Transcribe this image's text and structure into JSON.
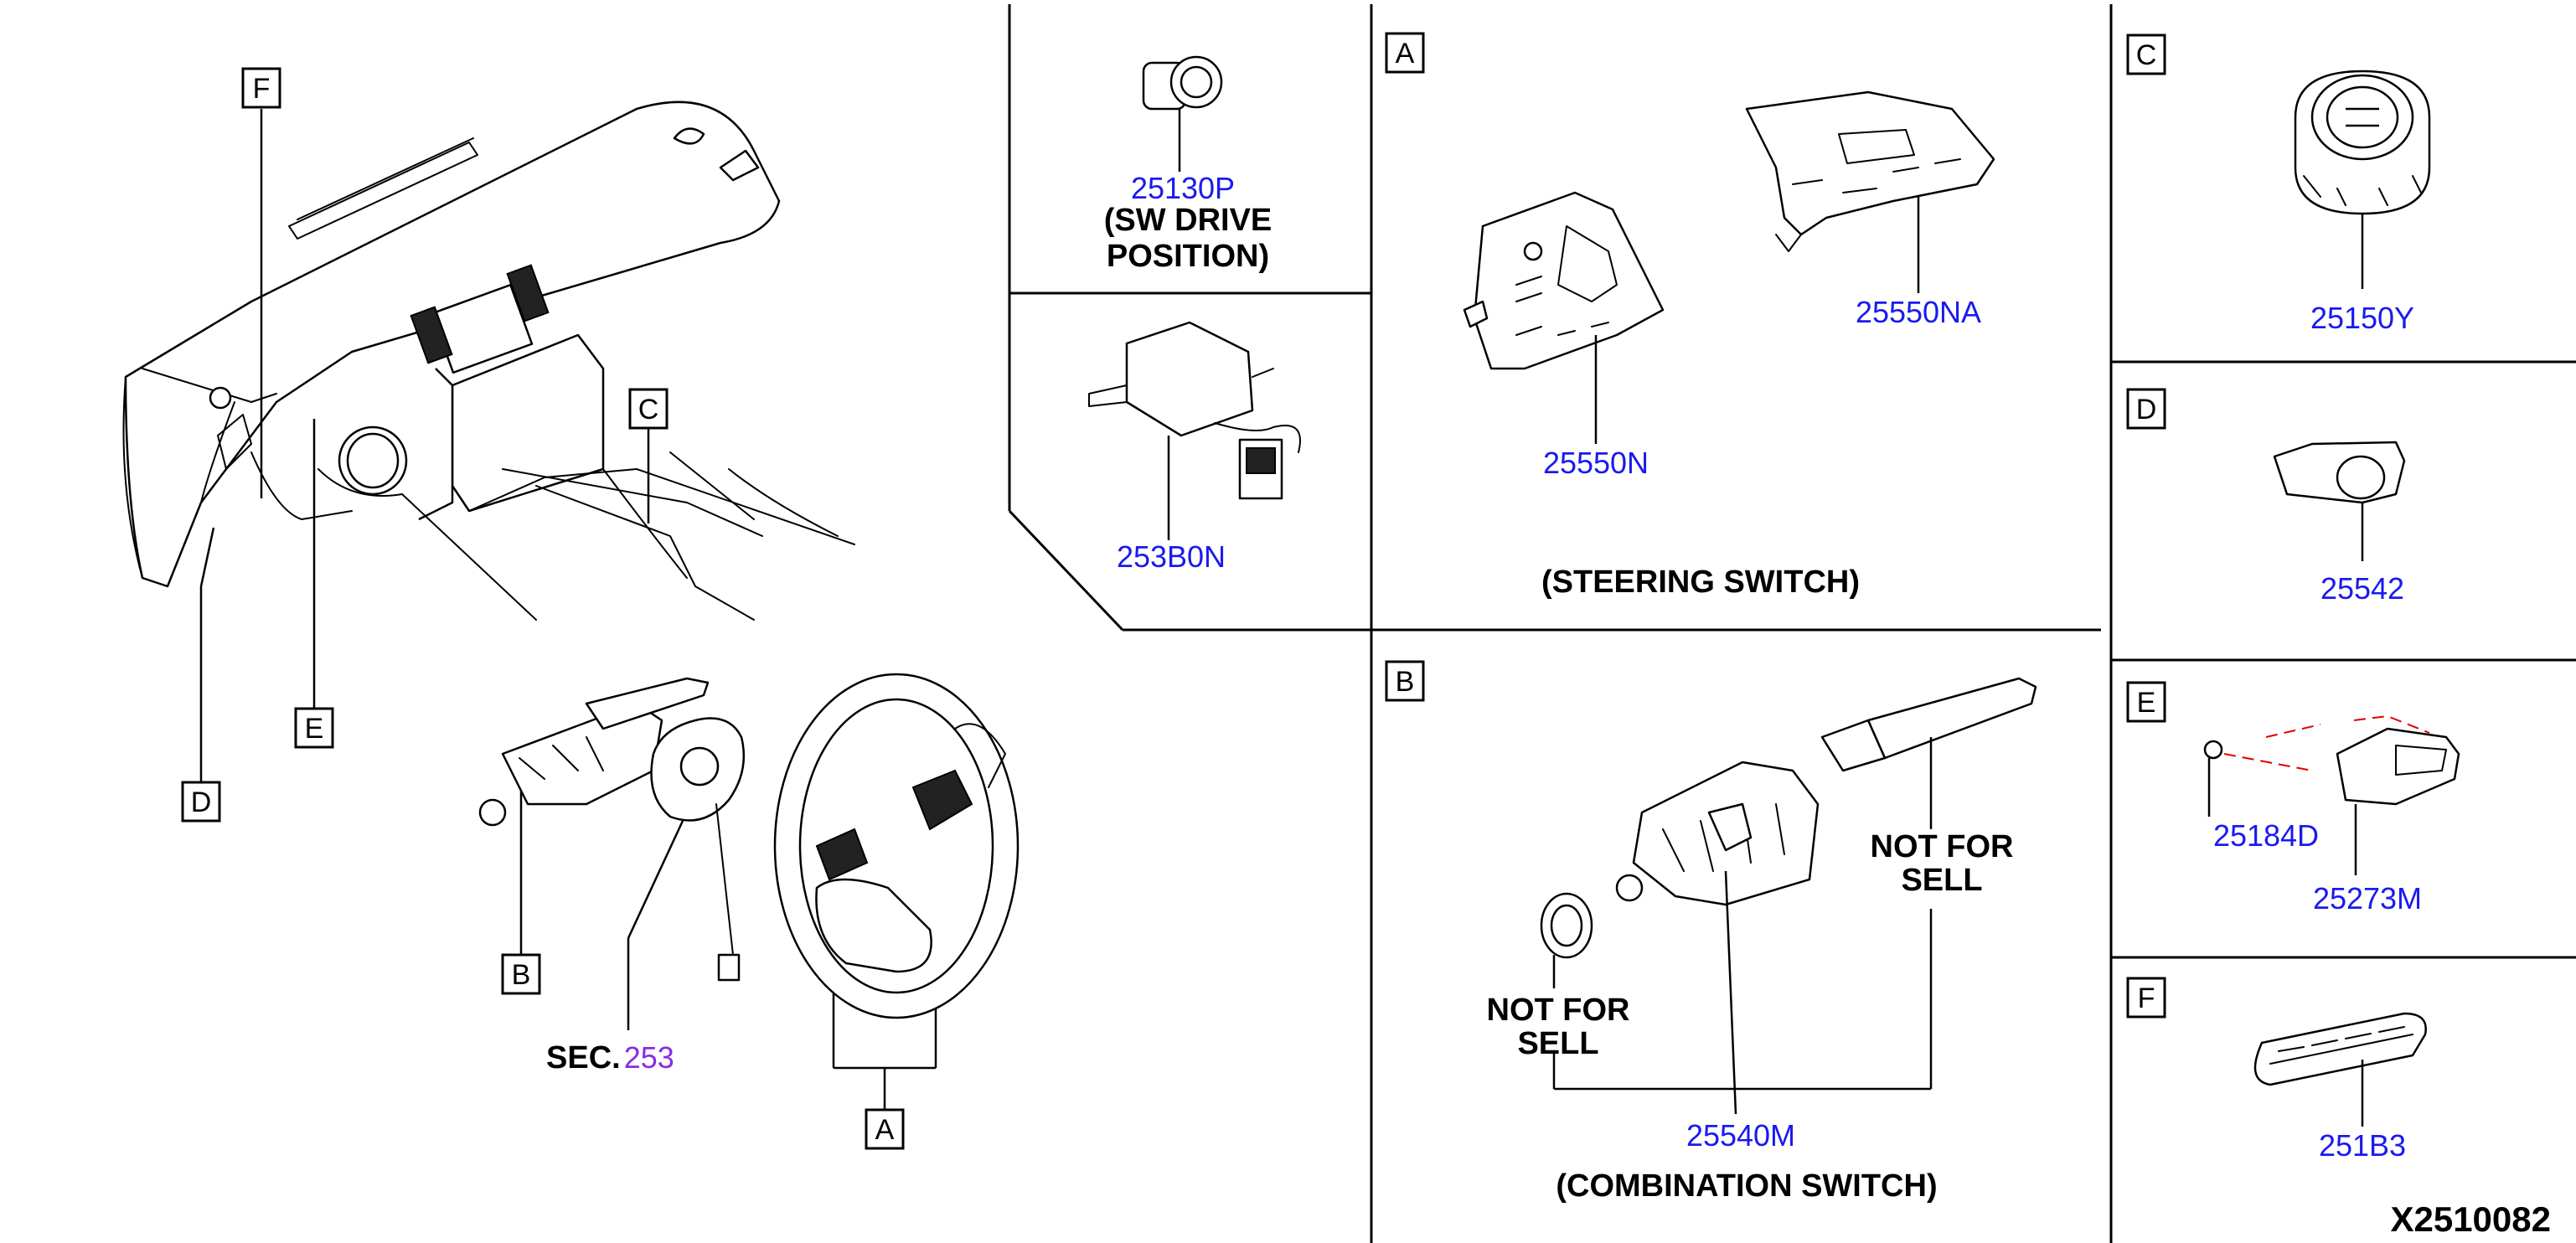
{
  "overview": {
    "callouts": {
      "a": "A",
      "b": "B",
      "c": "C",
      "d": "D",
      "e": "E",
      "f": "F"
    },
    "sec_prefix": "SEC.",
    "sec_number": "253"
  },
  "panel_sw_drive": {
    "part_number": "25130P",
    "caption_line1": "(SW DRIVE",
    "caption_line2": "POSITION)"
  },
  "panel_253b0n": {
    "part_number": "253B0N"
  },
  "panel_a": {
    "box_label": "A",
    "part_left": "25550N",
    "part_right": "25550NA",
    "caption": "(STEERING SWITCH)"
  },
  "panel_b": {
    "box_label": "B",
    "not_for_sell_right_line1": "NOT FOR",
    "not_for_sell_right_line2": "SELL",
    "not_for_sell_left_line1": "NOT FOR",
    "not_for_sell_left_line2": "SELL",
    "part_number": "25540M",
    "caption": "(COMBINATION SWITCH)"
  },
  "panel_c": {
    "box_label": "C",
    "part_number": "25150Y"
  },
  "panel_d": {
    "box_label": "D",
    "part_number": "25542"
  },
  "panel_e": {
    "box_label": "E",
    "part_screw": "25184D",
    "part_switch": "25273M"
  },
  "panel_f": {
    "box_label": "F",
    "part_number": "251B3"
  },
  "diagram_id": "X2510082",
  "colors": {
    "part_number": "#1a1aef",
    "sec_number": "#8a2be2",
    "guide_line": "#e00000"
  }
}
